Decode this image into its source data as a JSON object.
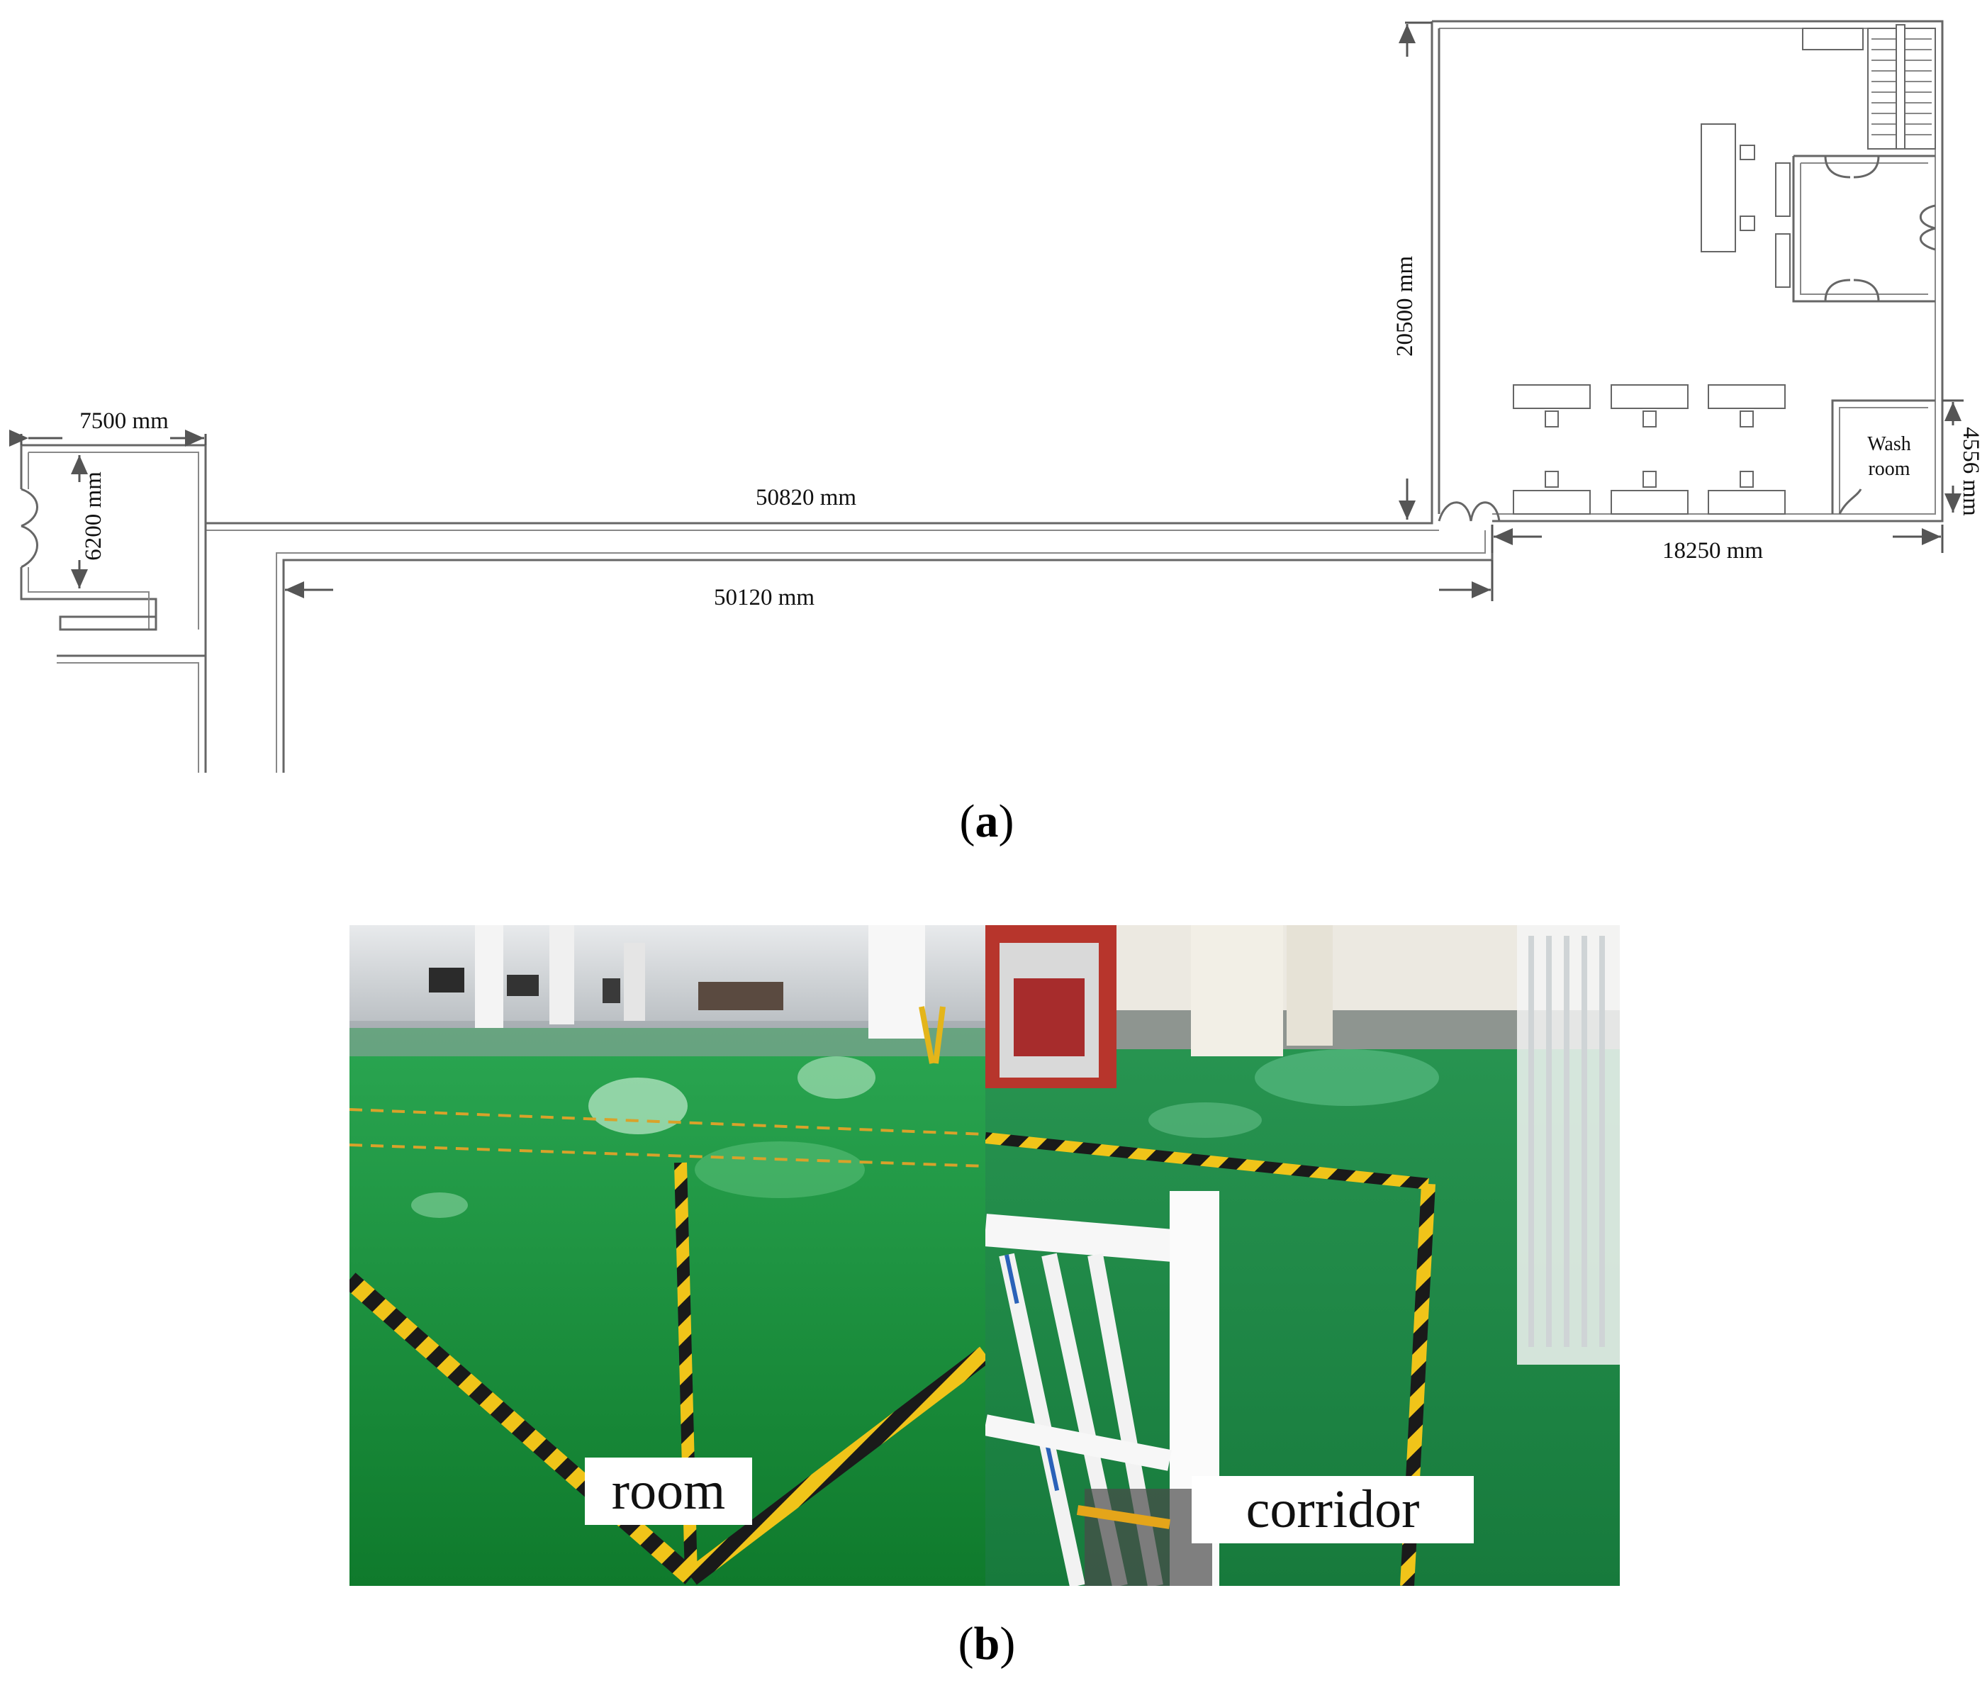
{
  "panel_a": {
    "label_open": "(",
    "label_letter": "a",
    "label_close": ")",
    "dimensions": {
      "left_width": "7500 mm",
      "left_height": "6200 mm",
      "corridor_upper": "50820 mm",
      "corridor_lower": "50120 mm",
      "room_height": "20500 mm",
      "room_width": "18250 mm",
      "washroom_height": "4556 mm"
    },
    "washroom_line1": "Wash",
    "washroom_line2": "room"
  },
  "panel_b": {
    "label_open": "(",
    "label_letter": "b",
    "label_close": ")",
    "photo_left_label": "room",
    "photo_right_label": "corridor"
  },
  "colors": {
    "floor_green": "#1f8f3a",
    "stripe_yellow": "#f0c419",
    "stripe_black": "#1a1a1a"
  }
}
